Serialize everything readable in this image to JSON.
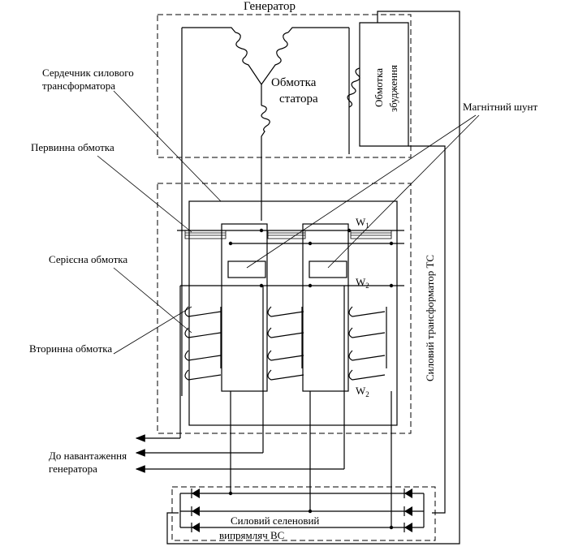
{
  "title": "Генератор",
  "labels": {
    "core": [
      "Сердечник силового",
      "трансформатора"
    ],
    "stator": [
      "Обмотка",
      "статора"
    ],
    "excitation": [
      "Обмотка",
      "збудження"
    ],
    "shunt": "Магнітний шунт",
    "primary": "Первинна обмотка",
    "series": "Серієсна обмотка",
    "secondary": "Вторинна обмотка",
    "load": [
      "До навантаження",
      "генератора"
    ],
    "transformer": "Силовий трансформатор ТС",
    "rectifier": [
      "Силовий селеновий",
      "випрямляч ВС"
    ]
  },
  "windings": {
    "w1": {
      "letter": "W",
      "index": "1"
    },
    "w2a": {
      "letter": "W",
      "index": "2"
    },
    "w2b": {
      "letter": "W",
      "index": "2"
    }
  }
}
